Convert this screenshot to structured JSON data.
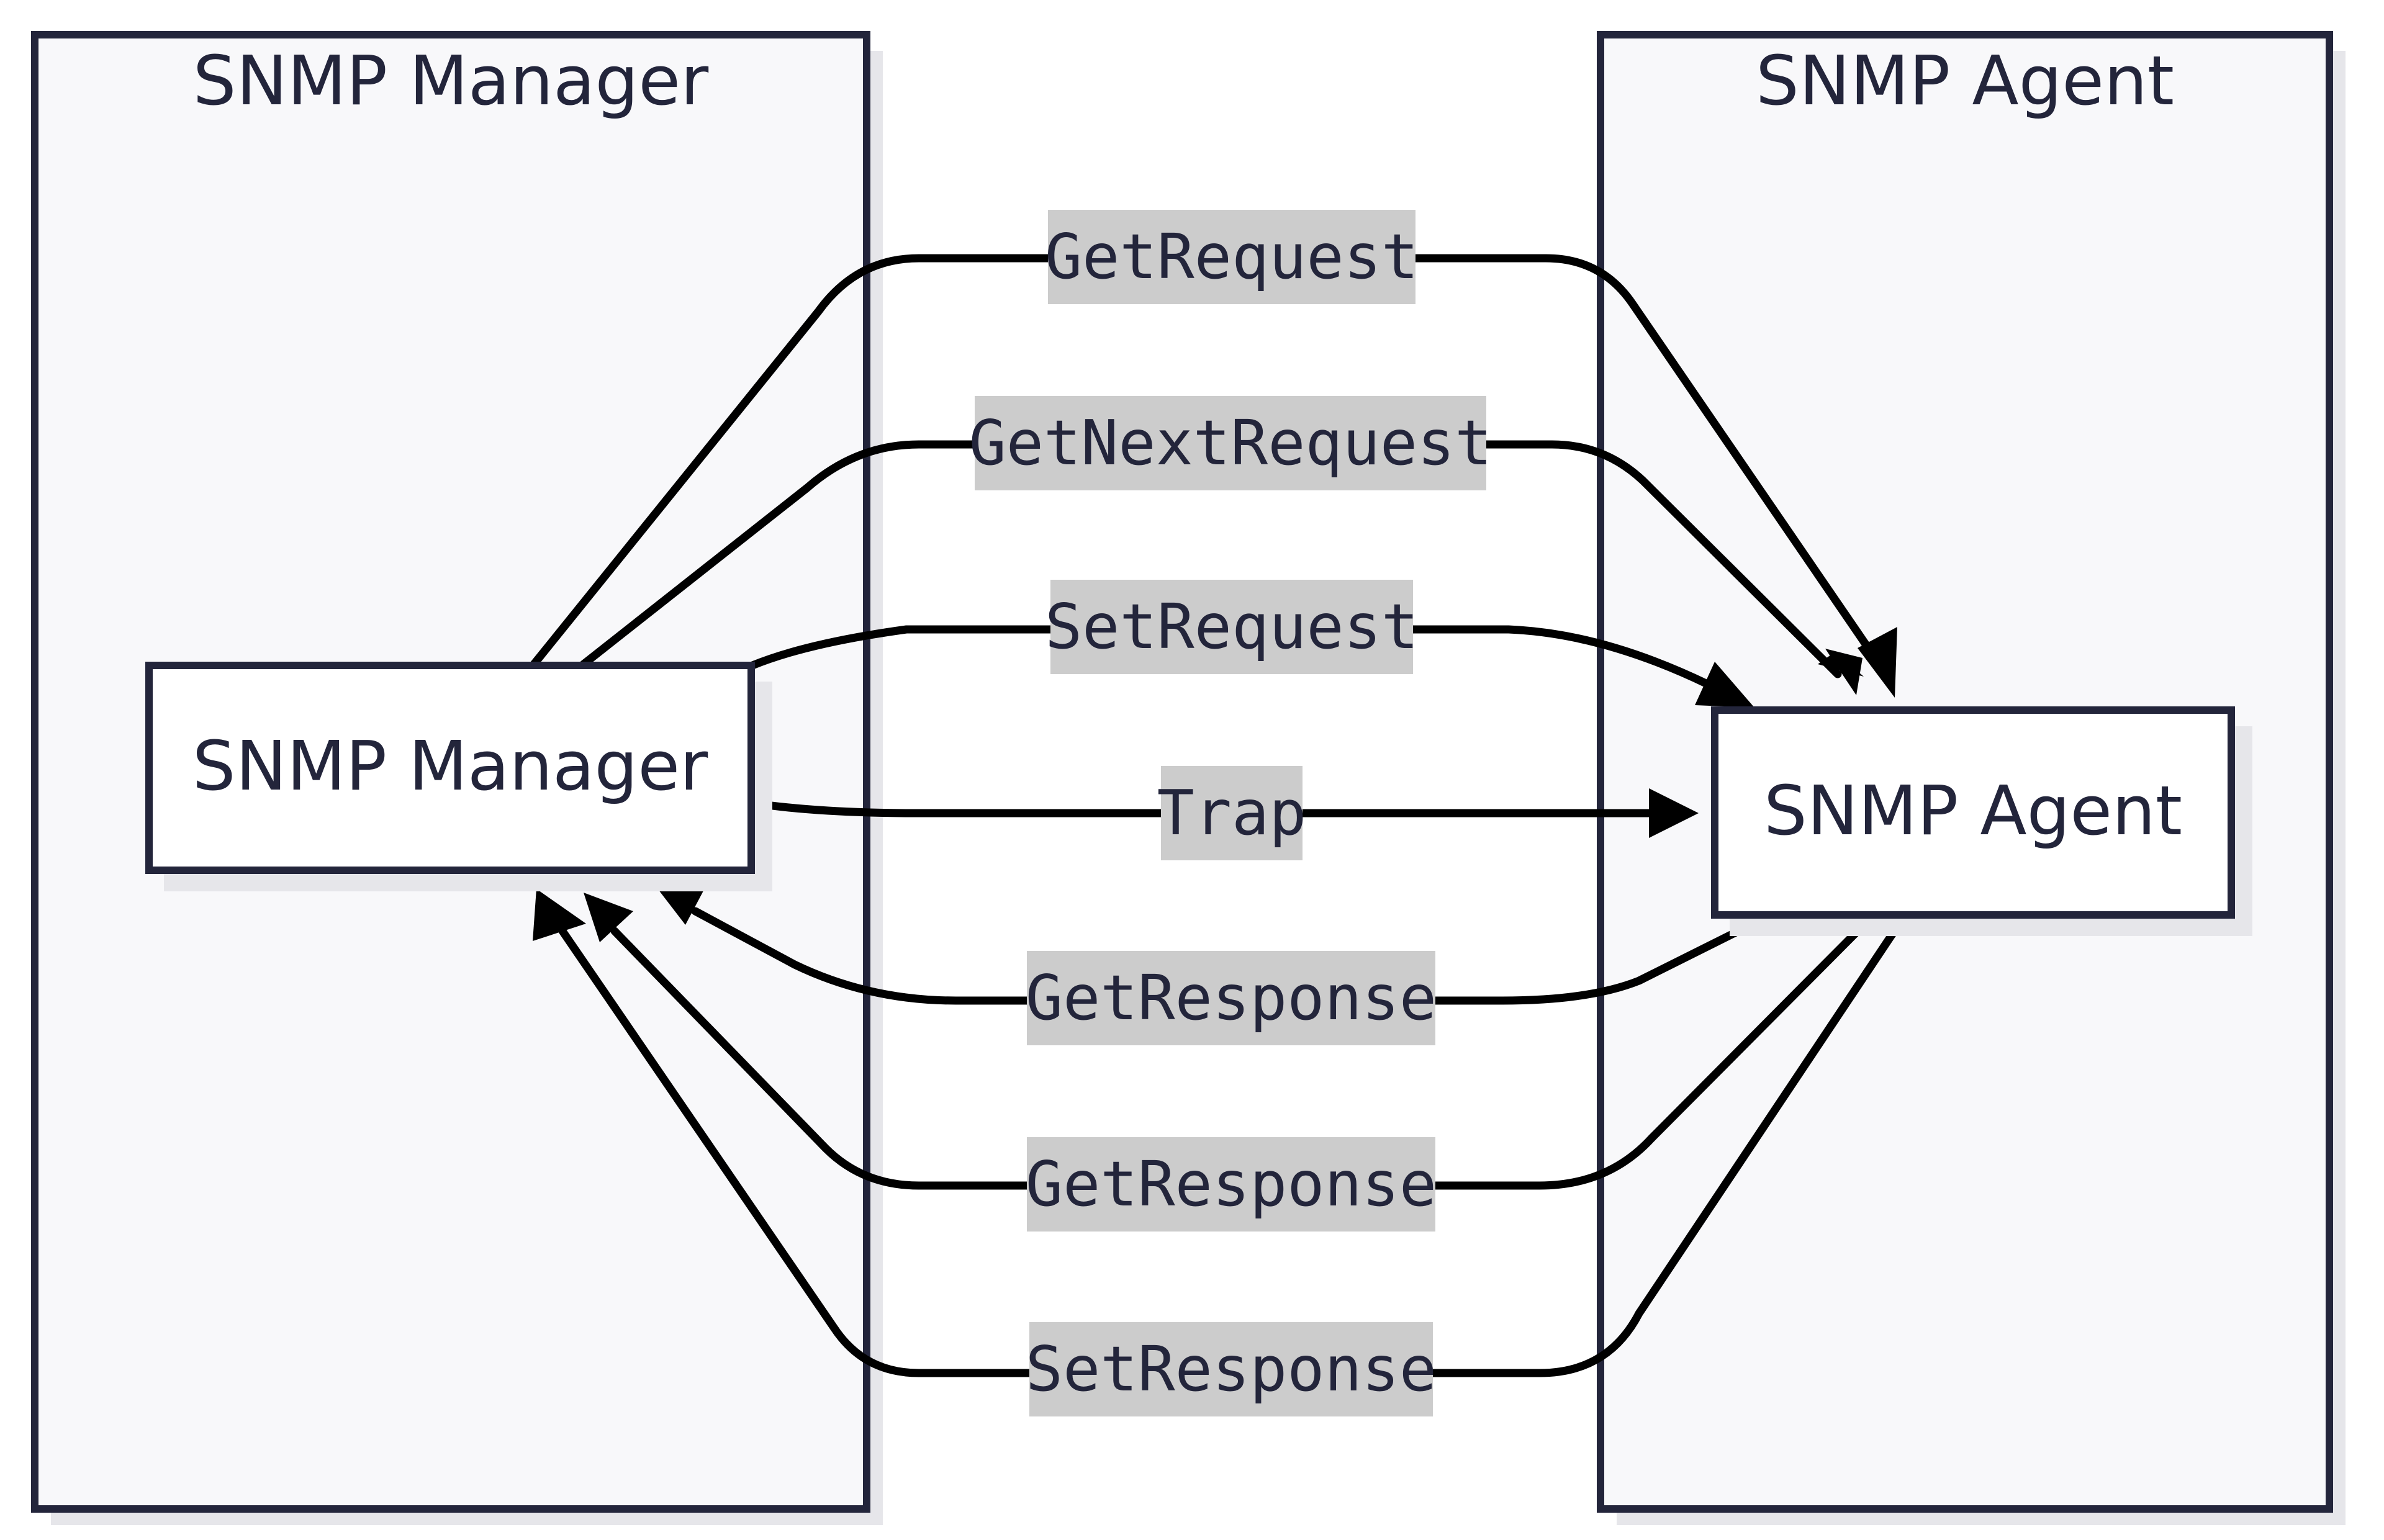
{
  "diagram": {
    "clusters": {
      "manager": {
        "title": "SNMP Manager"
      },
      "agent": {
        "title": "SNMP Agent"
      }
    },
    "nodes": {
      "manager": {
        "label": "SNMP Manager"
      },
      "agent": {
        "label": "SNMP Agent"
      }
    },
    "edges": [
      {
        "from": "SNMP Manager",
        "to": "SNMP Agent",
        "label": "GetRequest"
      },
      {
        "from": "SNMP Manager",
        "to": "SNMP Agent",
        "label": "GetNextRequest"
      },
      {
        "from": "SNMP Manager",
        "to": "SNMP Agent",
        "label": "SetRequest"
      },
      {
        "from": "SNMP Manager",
        "to": "SNMP Agent",
        "label": "Trap"
      },
      {
        "from": "SNMP Agent",
        "to": "SNMP Manager",
        "label": "GetResponse"
      },
      {
        "from": "SNMP Agent",
        "to": "SNMP Manager",
        "label": "GetResponse"
      },
      {
        "from": "SNMP Agent",
        "to": "SNMP Manager",
        "label": "SetResponse"
      }
    ],
    "colors": {
      "stroke": "#23253b",
      "edge": "#000000",
      "cluster_fill": "#f8f8fa",
      "label_bg": "#cccccc",
      "node_fill": "#ffffff"
    }
  }
}
